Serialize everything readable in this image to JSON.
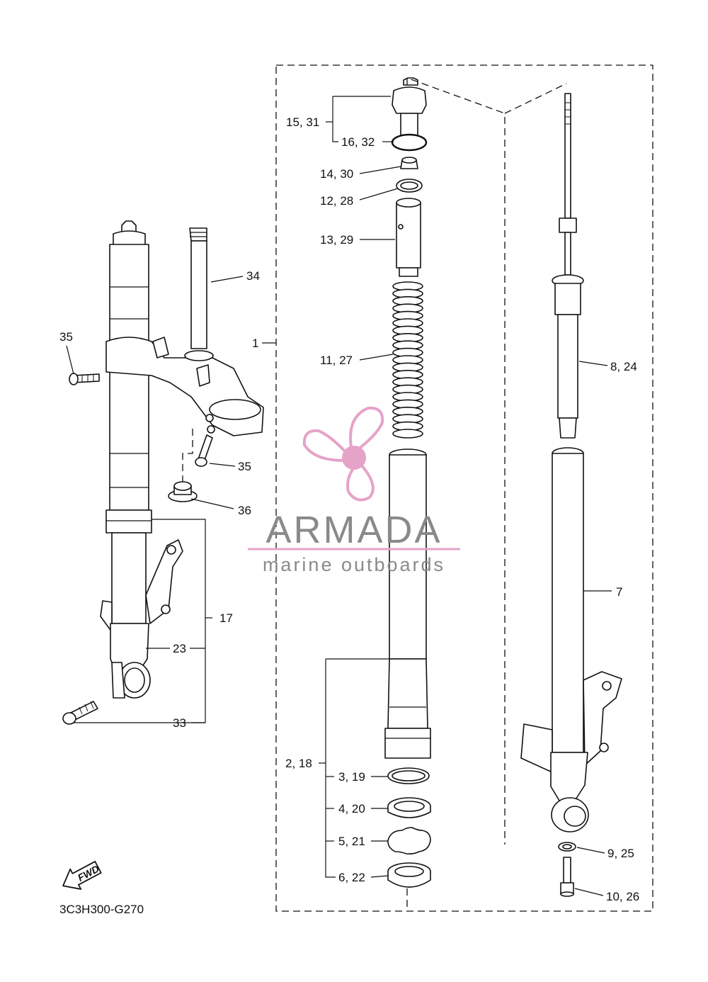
{
  "diagram": {
    "code": "3C3H300-G270",
    "fwd_label": "FWD",
    "labels": {
      "p15_31": "15, 31",
      "p16_32": "16, 32",
      "p14_30": "14, 30",
      "p12_28": "12, 28",
      "p13_29": "13, 29",
      "p11_27": "11, 27",
      "p1": "1",
      "p34": "34",
      "p35a": "35",
      "p35b": "35",
      "p36": "36",
      "p17": "17",
      "p23": "23",
      "p33": "33",
      "p8_24": "8, 24",
      "p7": "7",
      "p2_18": "2, 18",
      "p3_19": "3, 19",
      "p4_20": "4, 20",
      "p5_21": "5, 21",
      "p6_22": "6, 22",
      "p9_25": "9, 25",
      "p10_26": "10, 26"
    }
  },
  "watermark": {
    "brand": "ARMADA",
    "tagline": "marine outboards",
    "colors": {
      "text": "#8a8a8a",
      "accent": "#e6a3c8"
    }
  }
}
